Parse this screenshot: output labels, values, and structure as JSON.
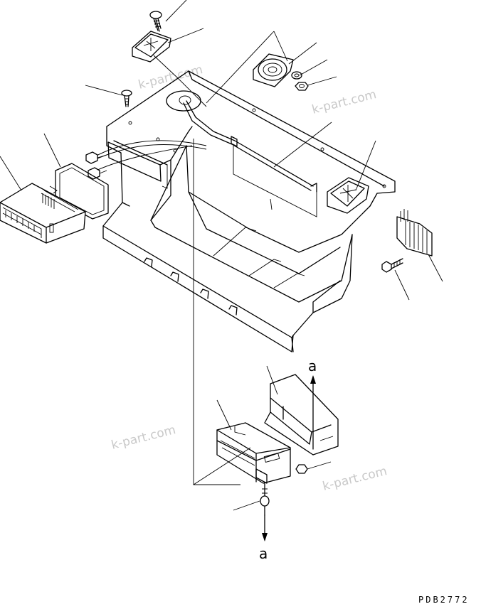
{
  "watermarks": [
    "k-part.com",
    "k-part.com",
    "k-part.com",
    "k-part.com"
  ],
  "reference_labels": {
    "top_arrow": "a",
    "bottom_arrow": "a"
  },
  "drawing_code": "PDB2772"
}
